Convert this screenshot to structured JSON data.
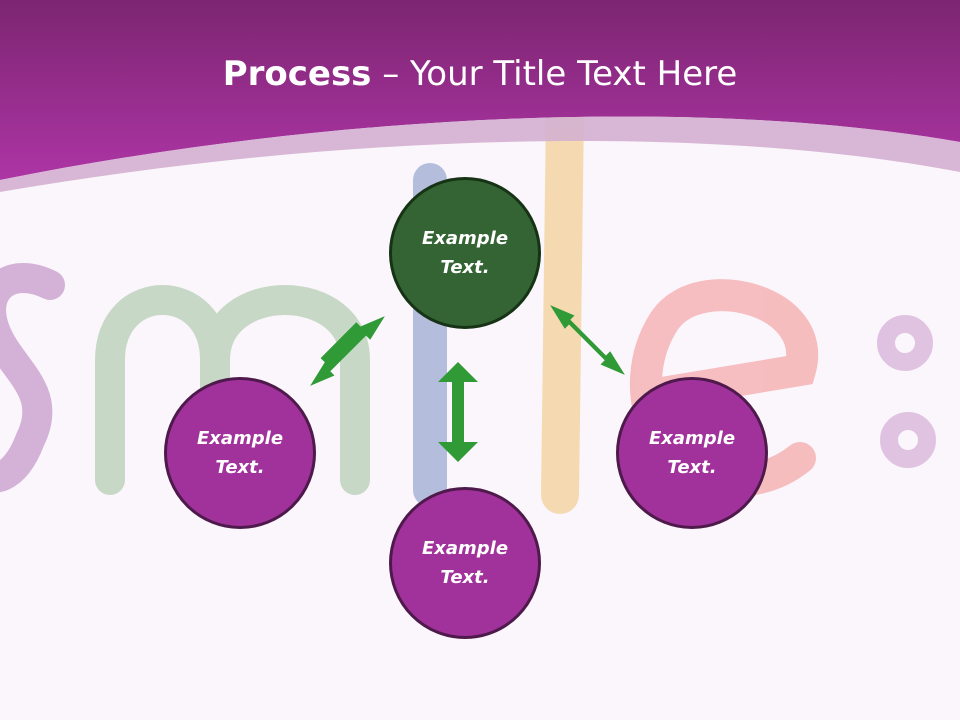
{
  "slide": {
    "title_bold": "Process",
    "title_rest": " – Your Title Text Here"
  },
  "nodes": {
    "top": {
      "label": "Example Text."
    },
    "left": {
      "label": "Example Text."
    },
    "right": {
      "label": "Example Text."
    },
    "bottom": {
      "label": "Example Text."
    }
  },
  "colors": {
    "header": "#9a2f92",
    "node_fill": "#a2329b",
    "center_fill": "#356434",
    "arrow": "#2f9a36"
  }
}
